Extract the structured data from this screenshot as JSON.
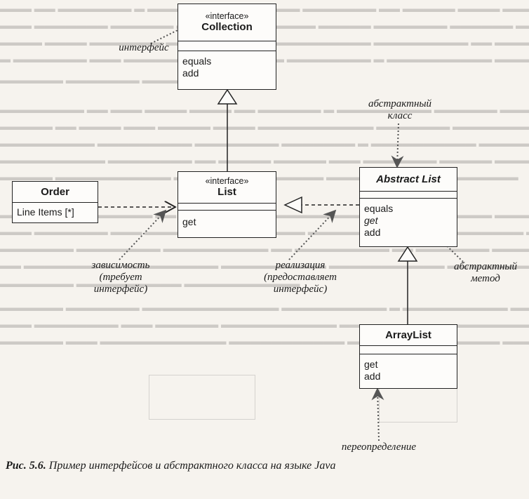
{
  "classes": {
    "collection": {
      "stereotype": "«interface»",
      "name": "Collection",
      "operations": [
        "equals",
        "add"
      ]
    },
    "list": {
      "stereotype": "«interface»",
      "name": "List",
      "operations": [
        "get"
      ]
    },
    "order": {
      "name": "Order",
      "attributes": [
        "Line Items [*]"
      ]
    },
    "abstract_list": {
      "name": "Abstract List",
      "operations": [
        "equals",
        "get",
        "add"
      ]
    },
    "array_list": {
      "name": "ArrayList",
      "operations": [
        "get",
        "add"
      ]
    }
  },
  "annotations": {
    "interface": "интерфейс",
    "abstract_class": [
      "абстрактный",
      "класс"
    ],
    "dependency": [
      "зависимость",
      "(требует",
      "интерфейс)"
    ],
    "realization": [
      "реализация",
      "(предоставляет",
      "интерфейс)"
    ],
    "abstract_method": [
      "абстрактный",
      "метод"
    ],
    "override": "переопределение"
  },
  "caption": {
    "number": "Рис. 5.6.",
    "text": "Пример интерфейсов и абстрактного класса на языке Java"
  },
  "colors": {
    "ink": "#1a1a1a",
    "paper": "#f6f3ee",
    "note_arrow": "#555555"
  }
}
